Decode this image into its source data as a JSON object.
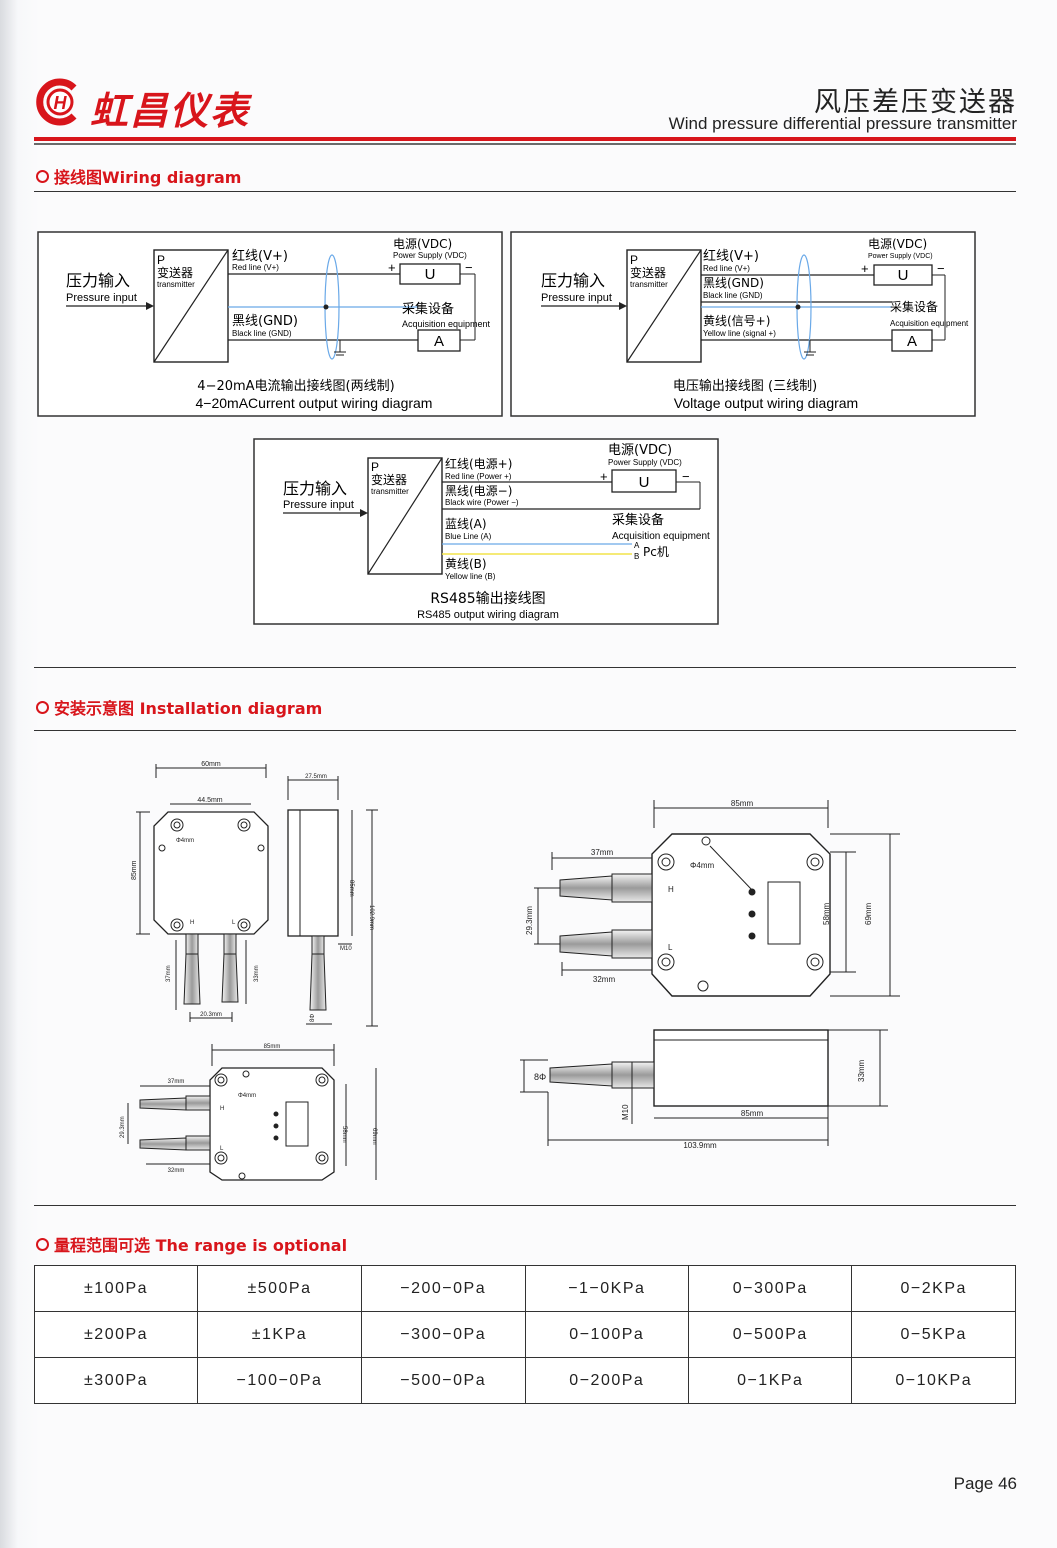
{
  "brand": {
    "name": "虹昌仪表",
    "logo_letter": "H",
    "brand_color": "#d8151b"
  },
  "header": {
    "title_cn": "风压差压变送器",
    "title_en": "Wind pressure differential pressure transmitter"
  },
  "wiring": {
    "section_title": "接线图Wiring diagram",
    "common": {
      "pressure_cn": "压力输入",
      "pressure_en": "Pressure input",
      "p": "P",
      "transmitter_cn": "变送器",
      "transmitter_en": "transmitter",
      "power_cn": "电源(VDC)",
      "power_en": "Power Supply (VDC)",
      "acq_cn": "采集设备",
      "acq_en": "Acquisition equipment",
      "u": "U",
      "a": "A",
      "plus": "+",
      "minus": "−"
    },
    "d1": {
      "red_cn": "红线(V+)",
      "red_en": "Red line (V+)",
      "black_cn": "黑线(GND)",
      "black_en": "Black line (GND)",
      "caption_cn": "4−20mA电流输出接线图(两线制)",
      "caption_en": "4−20mACurrent output wiring diagram"
    },
    "d2": {
      "red_cn": "红线(V+)",
      "red_en": "Red line (V+)",
      "black_cn": "黑线(GND)",
      "black_en": "Black line (GND)",
      "yellow_cn": "黄线(信号+)",
      "yellow_en": "Yellow line (signal +)",
      "caption_cn": "电压输出接线图 (三线制)",
      "caption_en": "Voltage output wiring diagram"
    },
    "d3": {
      "red_cn": "红线(电源+)",
      "red_en": "Red line (Power +)",
      "black_cn": "黑线(电源−)",
      "black_en": "Black wire (Power −)",
      "blue_cn": "蓝线(A)",
      "blue_en": "Blue Line (A)",
      "yellow_cn": "黄线(B)",
      "yellow_en": "Yellow line (B)",
      "pc_a": "A",
      "pc_b": "B",
      "pc": "Pc机",
      "caption_cn": "RS485输出接线图",
      "caption_en": "RS485 output wiring diagram"
    }
  },
  "install": {
    "section_title": "安装示意图 Installation diagram",
    "front": {
      "w60": "60mm",
      "w44": "44.5mm",
      "h85": "85mm",
      "phi": "Φ4mm",
      "h": "H",
      "l": "L",
      "d37": "37mm",
      "d33": "33mm",
      "d20": "20.3mm"
    },
    "side": {
      "w27": "27.5mm",
      "h85": "85mm",
      "h102": "102.9mm",
      "m10": "M10",
      "p8": "8Φ"
    },
    "small": {
      "w85": "85mm",
      "d37": "37mm",
      "phi": "Φ4mm",
      "h": "H",
      "l": "L",
      "h58": "58mm",
      "h69": "69mm",
      "d29": "29.3mm",
      "d32": "32mm"
    },
    "large": {
      "w85": "85mm",
      "d37": "37mm",
      "phi": "Φ4mm",
      "h": "H",
      "l": "L",
      "h58": "58mm",
      "h69": "69mm",
      "d29": "29.3mm",
      "d32": "32mm"
    },
    "profile": {
      "p8": "8Φ",
      "h33": "33mm",
      "m10": "M10",
      "w85": "85mm",
      "w103": "103.9mm"
    }
  },
  "range": {
    "section_title": "量程范围可选 The range is optional",
    "rows": [
      [
        "±100Pa",
        "±500Pa",
        "−200−0Pa",
        "−1−0KPa",
        "0−300Pa",
        "0−2KPa"
      ],
      [
        "±200Pa",
        "±1KPa",
        "−300−0Pa",
        "0−100Pa",
        "0−500Pa",
        "0−5KPa"
      ],
      [
        "±300Pa",
        "−100−0Pa",
        "−500−0Pa",
        "0−200Pa",
        "0−1KPa",
        "0−10KPa"
      ]
    ]
  },
  "footer": {
    "page": "Page 46"
  },
  "colors": {
    "red": "#d8151b",
    "blue_wire": "#6aa9e8",
    "yellow_wire": "#f2e34a",
    "line": "#222222"
  }
}
